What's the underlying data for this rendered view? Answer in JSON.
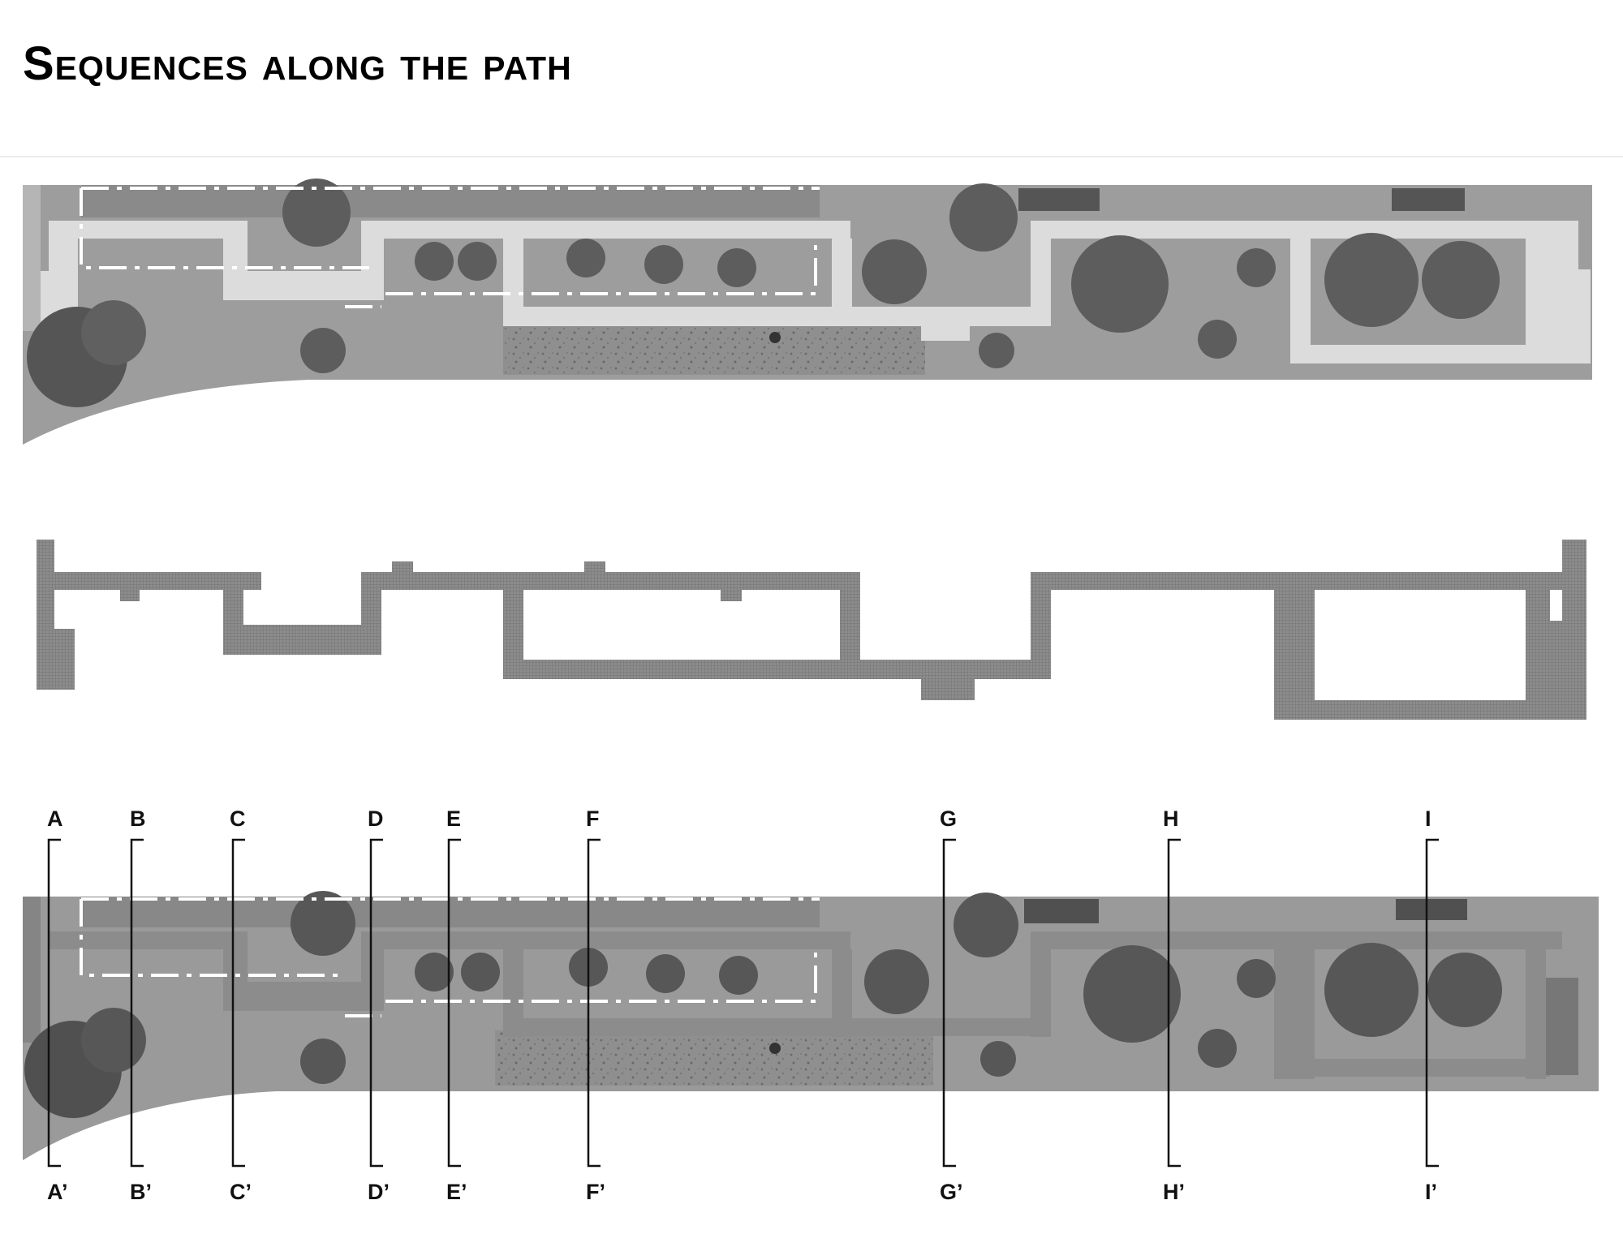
{
  "title": "Sequences along the path",
  "sections": [
    {
      "start": "A",
      "end": "A’"
    },
    {
      "start": "B",
      "end": "B’"
    },
    {
      "start": "C",
      "end": "C’"
    },
    {
      "start": "D",
      "end": "D’"
    },
    {
      "start": "E",
      "end": "E’"
    },
    {
      "start": "F",
      "end": "F’"
    },
    {
      "start": "G",
      "end": "G’"
    },
    {
      "start": "H",
      "end": "H’"
    },
    {
      "start": "I",
      "end": "I’"
    }
  ],
  "colors": {
    "ground": "#9b9b9b",
    "path": "#dedede",
    "path_diagram": "#8a8a8a",
    "tree": "#5e5e5e",
    "ink": "#111111"
  }
}
